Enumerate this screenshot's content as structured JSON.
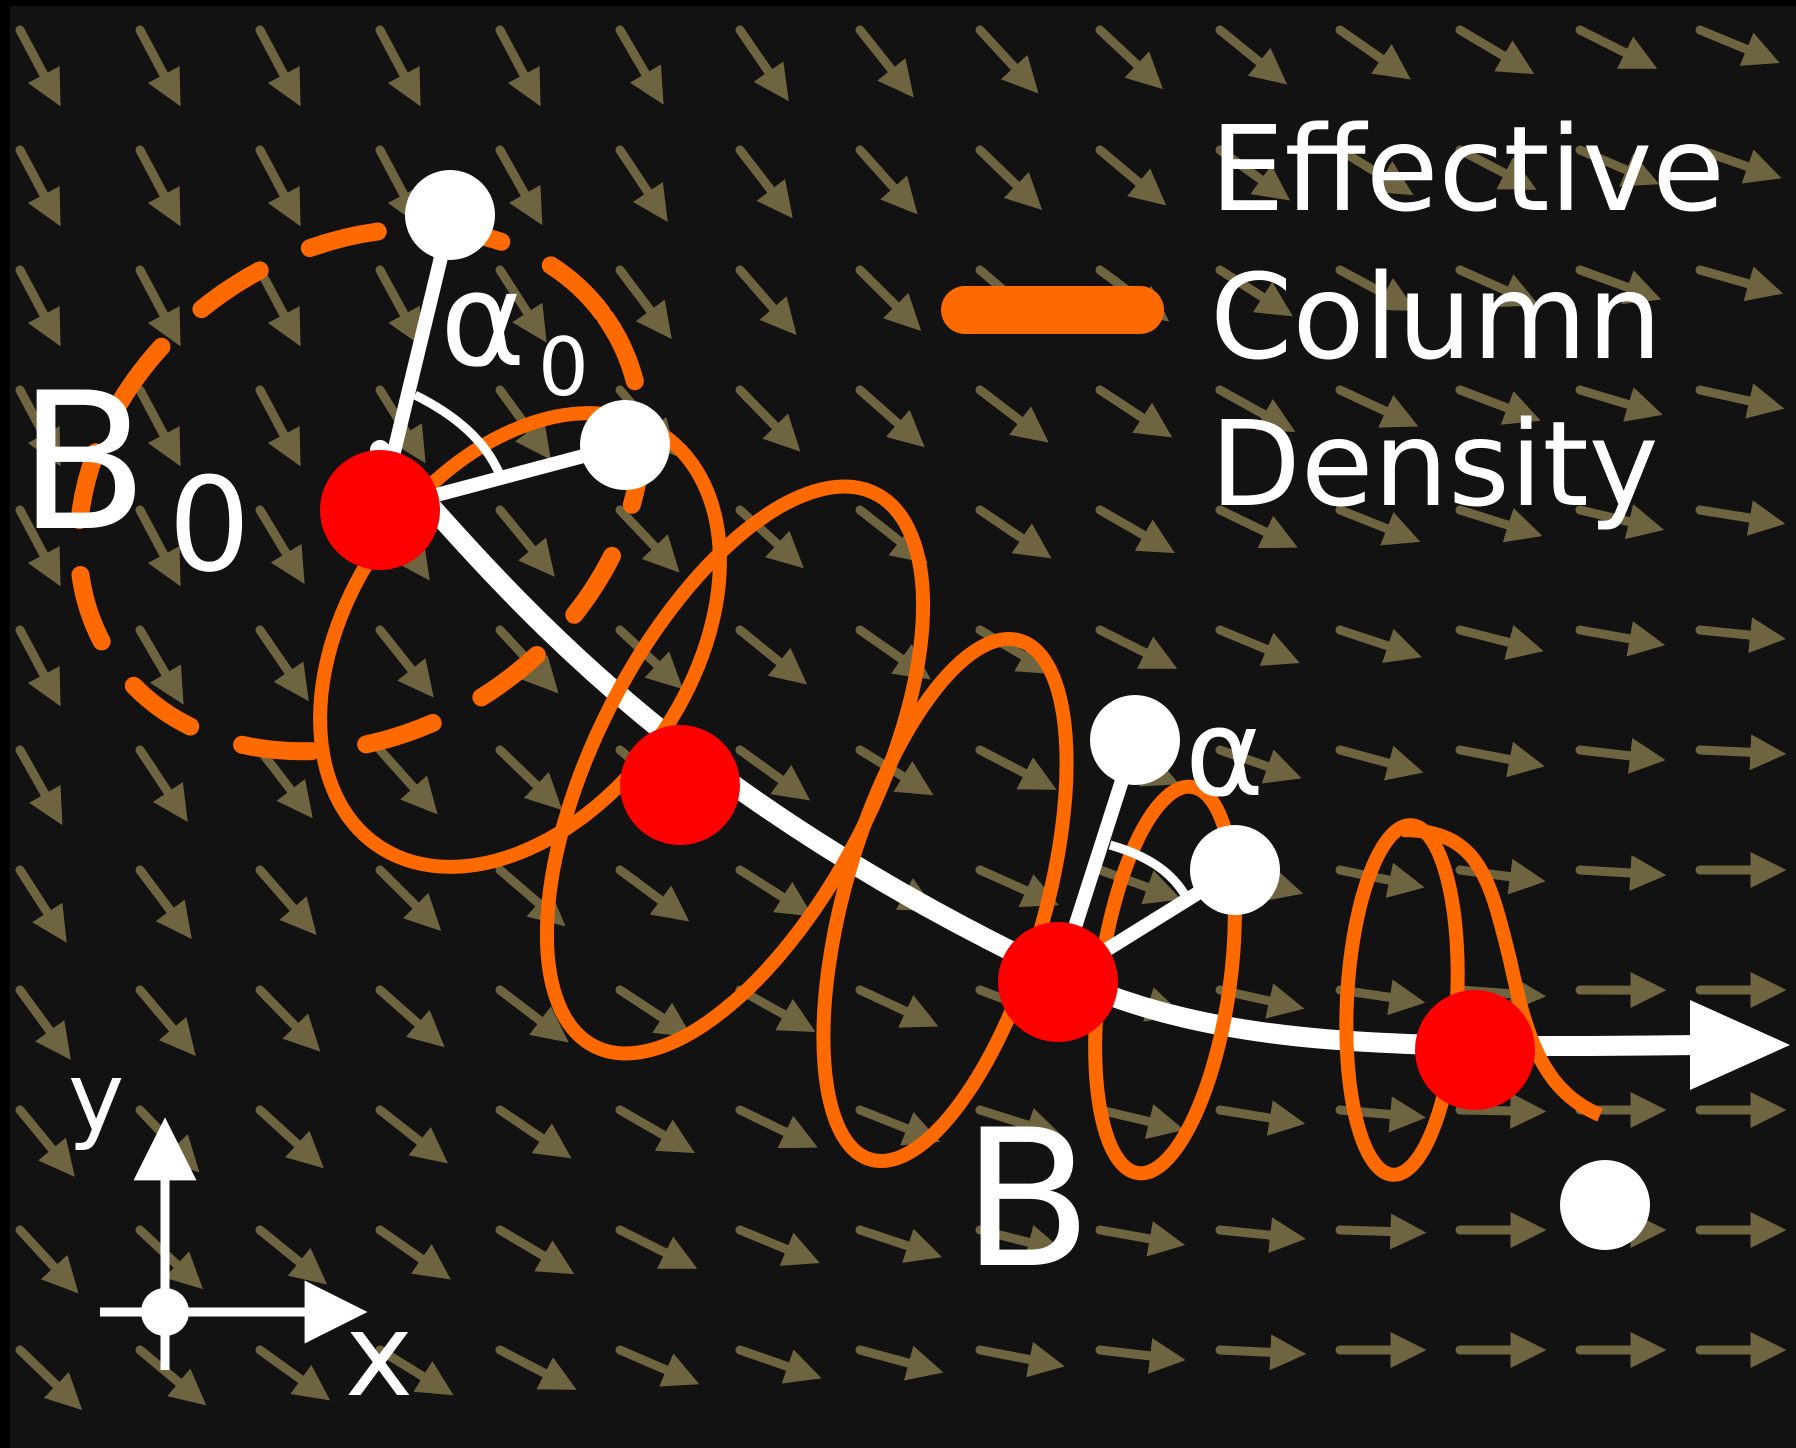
{
  "labels": {
    "b0_main": "B",
    "b0_sub": "0",
    "alpha0_main": "α",
    "alpha0_sub": "0",
    "alpha": "α",
    "b": "B",
    "axis_x": "x",
    "axis_y": "y"
  },
  "legend": {
    "line1": "Effective",
    "line2": "Column",
    "line3": "Density"
  },
  "colors": {
    "background": "#121212",
    "field_arrow": "#6e6440",
    "column": "#ff6a00",
    "particle": "#ff0000",
    "marker": "#ffffff"
  }
}
